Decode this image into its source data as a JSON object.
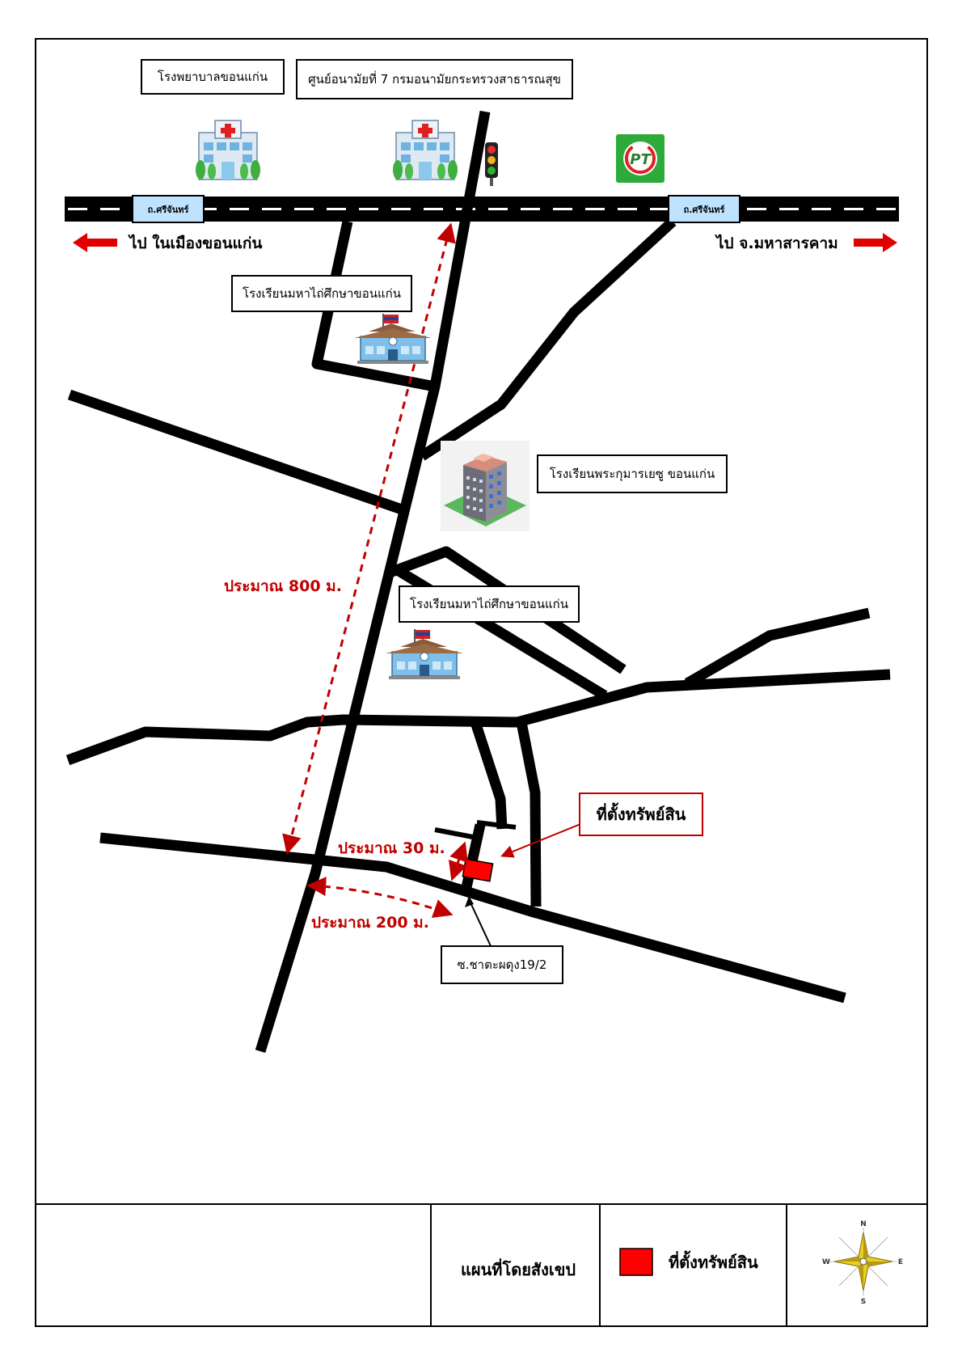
{
  "road": {
    "main_name_left": "ถ.ศรีจันทร์",
    "main_name_right": "ถ.ศรีจันทร์"
  },
  "directions": {
    "left": "ไป ในเมืองขอนแก่น",
    "right": "ไป จ.มหาสารคาม"
  },
  "landmarks": {
    "hospital": "โรงพยาบาลขอนแก่น",
    "health_center": "ศูนย์อนามัยที่ 7 กรมอนามัยกระทรวงสาธารณสุข",
    "school_1": "โรงเรียนมหาไถ่ศึกษาขอนแก่น",
    "school_2": "โรงเรียนพระกุมารเยซู ขอนแก่น",
    "school_3": "โรงเรียนมหาไถ่ศึกษาขอนแก่น",
    "soi": "ซ.ชาตะผดุง19/2",
    "gas_station_logo": "PT"
  },
  "distances": {
    "d800": "ประมาณ 800 ม.",
    "d30": "ประมาณ 30 ม.",
    "d200": "ประมาณ 200 ม."
  },
  "property": {
    "label": "ที่ตั้งทรัพย์สิน",
    "color": "#ff0000"
  },
  "legend": {
    "title": "แผนที่โดยสังเขป",
    "marker_label": "ที่ตั้งทรัพย์สิน"
  },
  "compass": {
    "north": "N",
    "south": "S",
    "east": "E",
    "west": "W"
  },
  "colors": {
    "road": "#000000",
    "distance": "#c00000",
    "road_tag": "#bfe3ff",
    "arrow": "#e00000"
  },
  "icons": [
    "hospital-icon",
    "traffic-light-icon",
    "pt-gas-station-icon",
    "school-icon",
    "building-icon",
    "compass-icon"
  ]
}
